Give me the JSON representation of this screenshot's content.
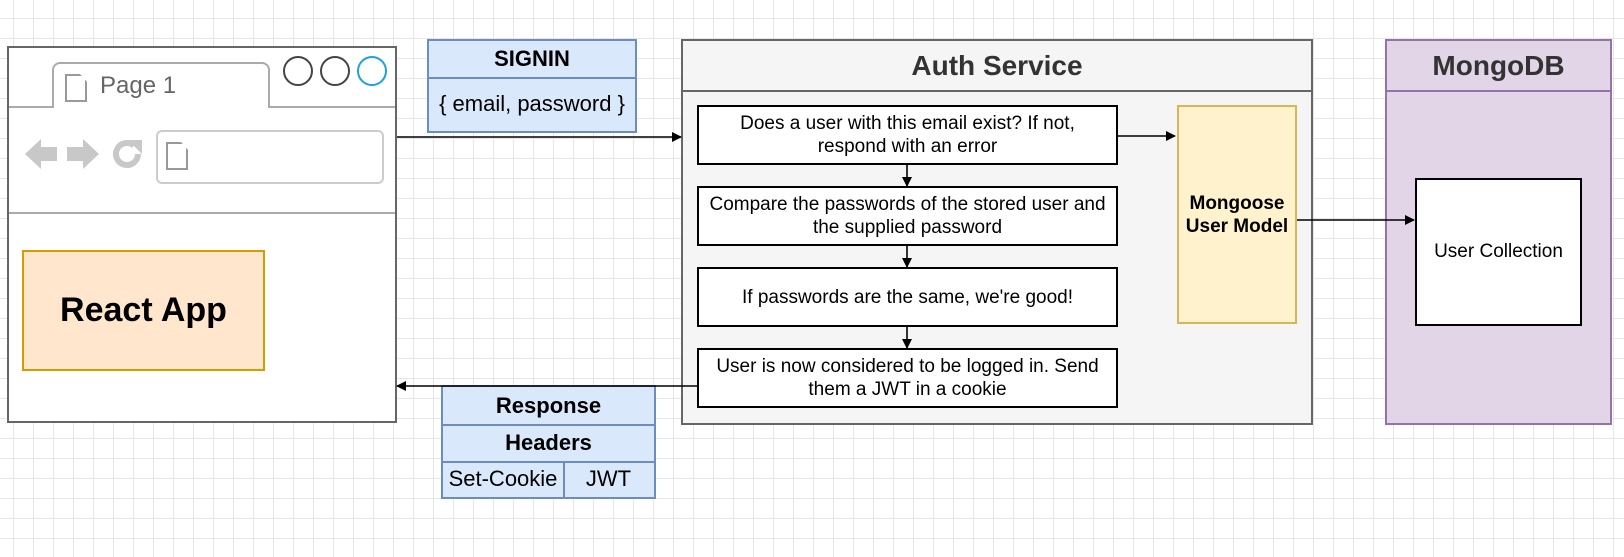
{
  "browser": {
    "tab_label": "Page 1",
    "app_label": "React App"
  },
  "signin": {
    "title": "SIGNIN",
    "body": "{ email, password }"
  },
  "auth_service": {
    "title": "Auth Service",
    "steps": [
      "Does a user with this email exist?  If not, respond with an error",
      "Compare the passwords of the stored user and the supplied password",
      "If passwords are the same, we're good!",
      "User is now considered to be logged in.  Send them a JWT in a cookie"
    ],
    "model_label": "Mongoose User Model"
  },
  "mongodb": {
    "title": "MongoDB",
    "collection": "User Collection"
  },
  "response": {
    "title": "Response",
    "subtitle": "Headers",
    "header_name": "Set-Cookie",
    "header_value": "JWT"
  },
  "colors": {
    "react_fill": "#ffe6cc",
    "react_stroke": "#d79b00",
    "table_fill": "#dae8fc",
    "table_stroke": "#6c8ebf",
    "auth_fill": "#f5f5f5",
    "model_fill": "#fff2cc",
    "mongo_fill": "#e1d5e7",
    "mongo_stroke": "#9673a6"
  }
}
